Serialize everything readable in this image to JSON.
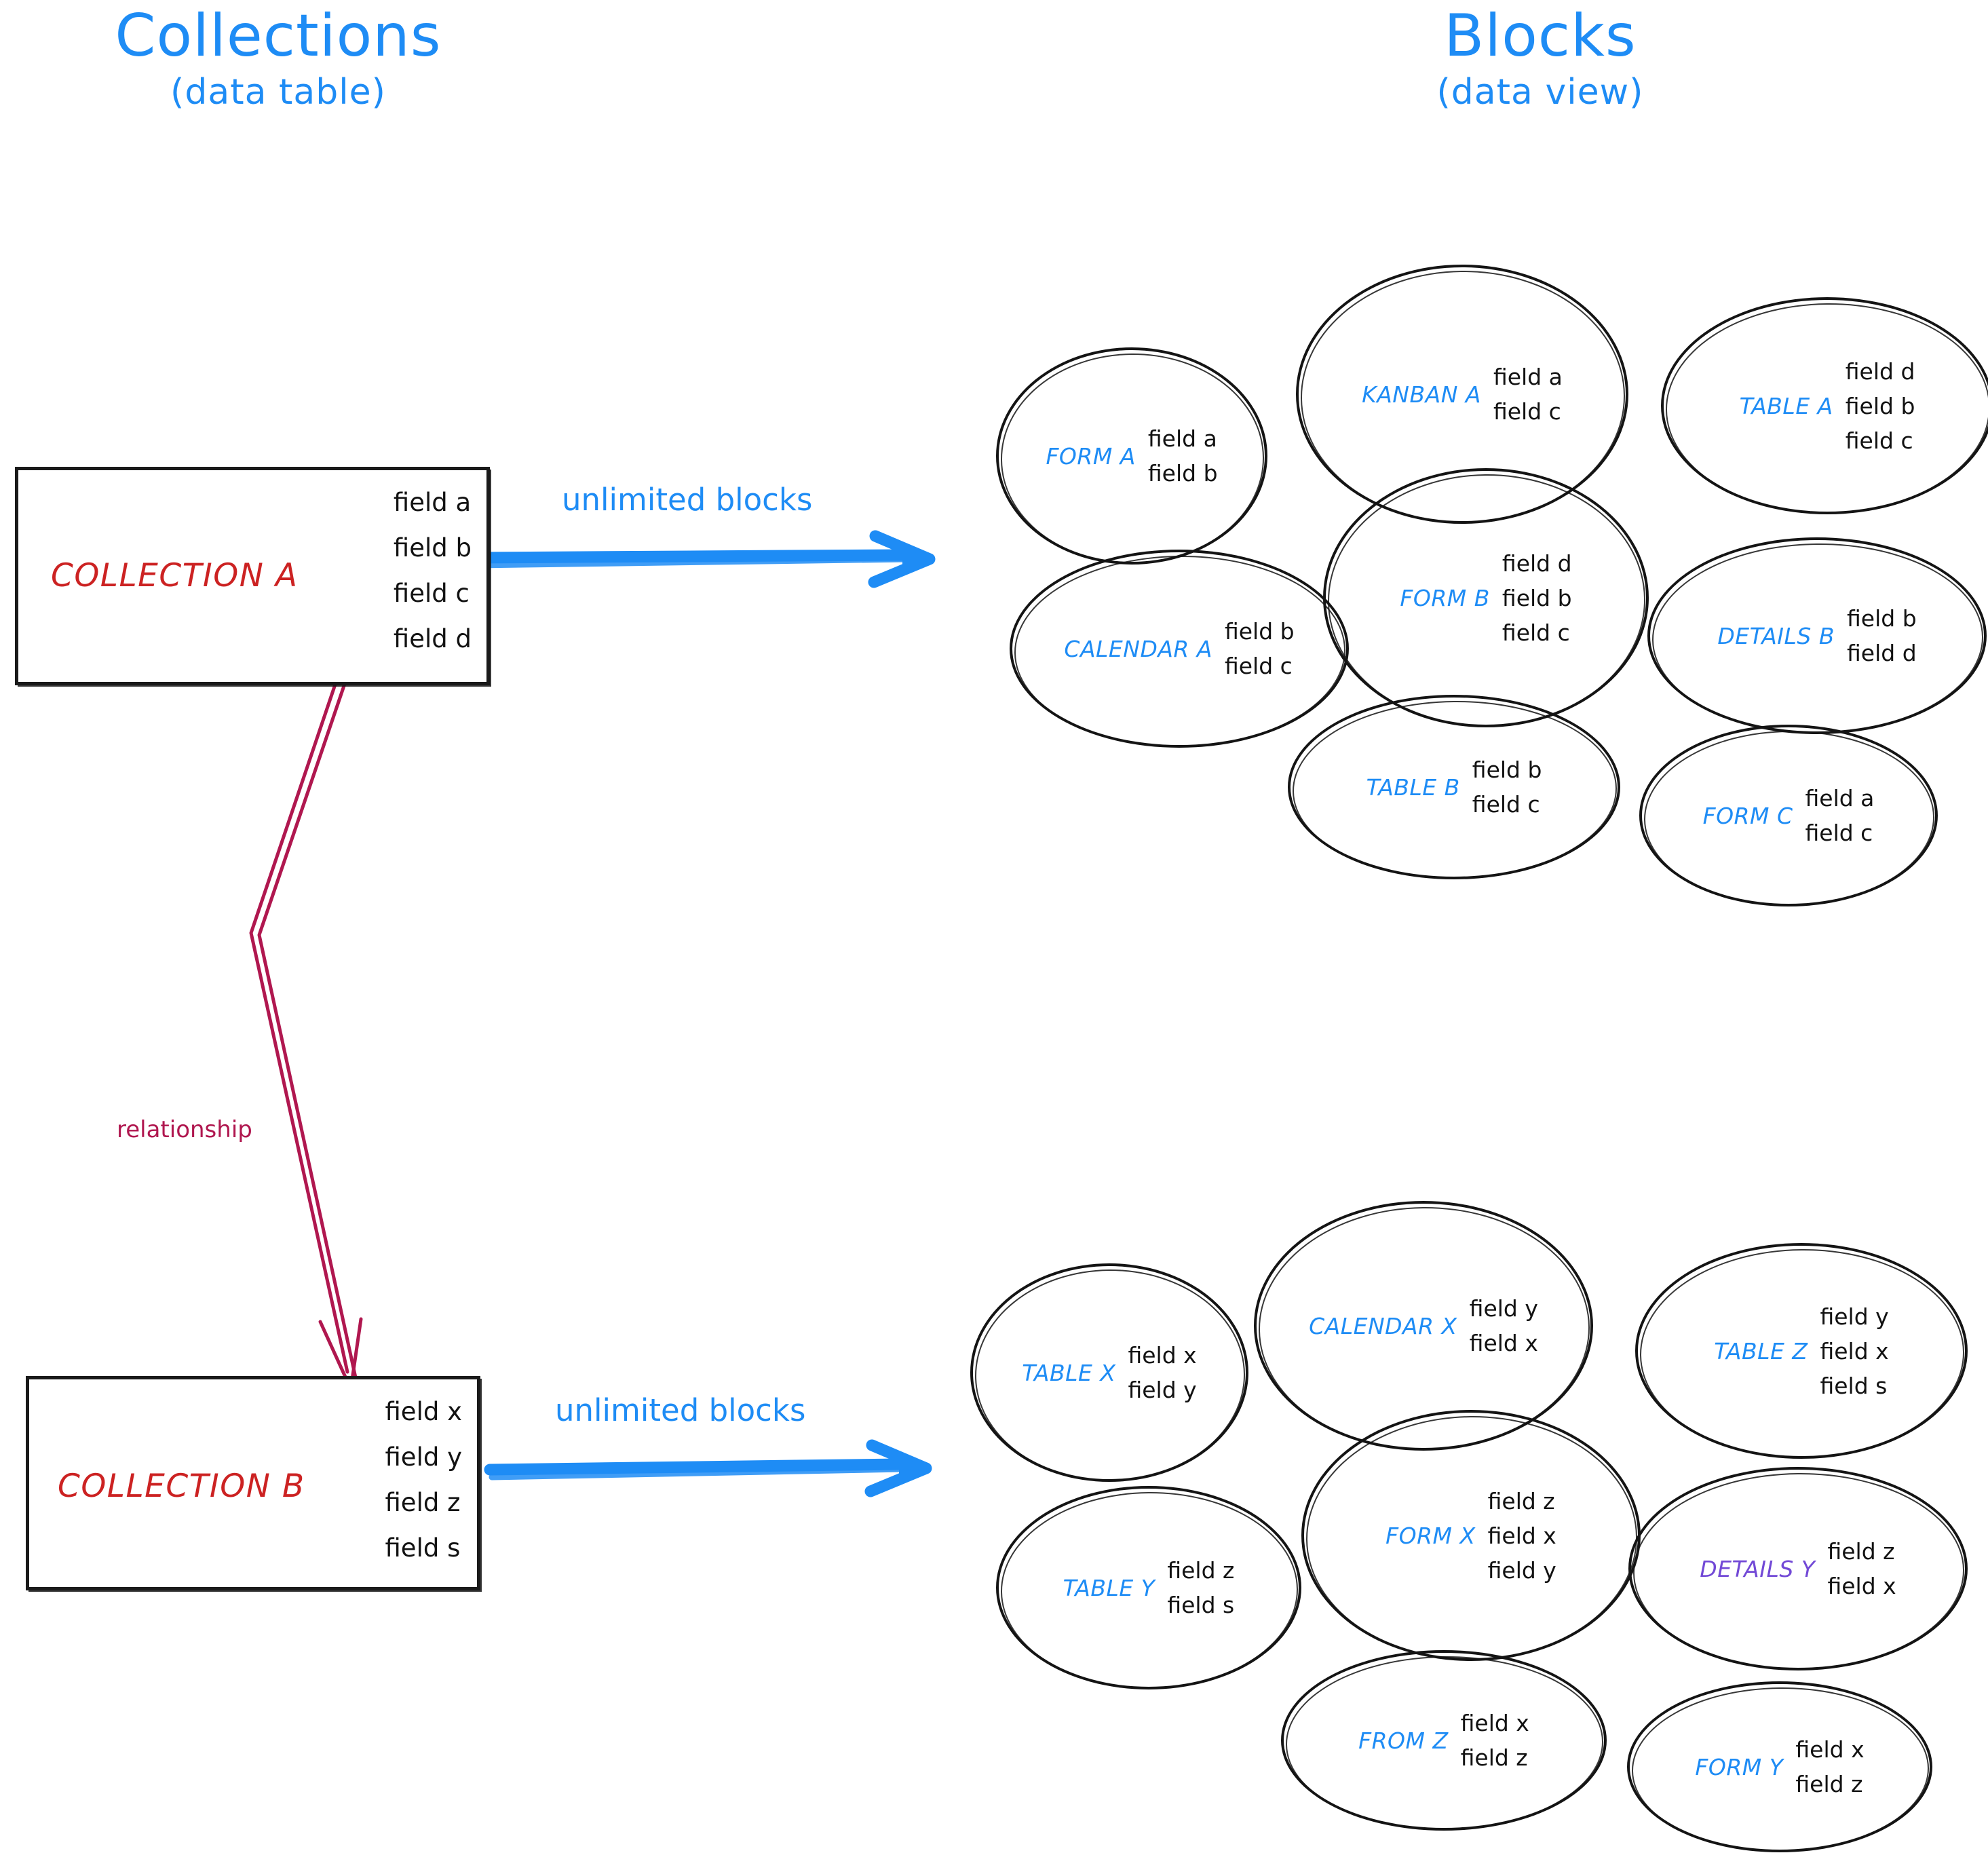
{
  "headings": {
    "left": {
      "main": "Collections",
      "sub": "(data table)"
    },
    "right": {
      "main": "Blocks",
      "sub": "(data view)"
    }
  },
  "colors": {
    "accent_blue": "#1e8cf5",
    "collection_red": "#cc2222",
    "relationship_crimson": "#b0174f",
    "details_purple": "#7249d6",
    "ink_black": "#141414"
  },
  "collections": [
    {
      "name": "COLLECTION A",
      "fields": [
        "field a",
        "field b",
        "field c",
        "field d"
      ],
      "arrow_label": "unlimited blocks"
    },
    {
      "name": "COLLECTION B",
      "fields": [
        "field x",
        "field y",
        "field z",
        "field s"
      ],
      "arrow_label": "unlimited blocks"
    }
  ],
  "relationship": {
    "label": "relationship"
  },
  "blocks_top": [
    {
      "label": "FORM A",
      "fields": [
        "field a",
        "field b"
      ]
    },
    {
      "label": "KANBAN A",
      "fields": [
        "field a",
        "field c"
      ]
    },
    {
      "label": "TABLE A",
      "fields": [
        "field d",
        "field b",
        "field c"
      ]
    },
    {
      "label": "CALENDAR A",
      "fields": [
        "field b",
        "field c"
      ]
    },
    {
      "label": "FORM B",
      "fields": [
        "field d",
        "field b",
        "field c"
      ]
    },
    {
      "label": "DETAILS B",
      "fields": [
        "field b",
        "field d"
      ]
    },
    {
      "label": "TABLE B",
      "fields": [
        "field b",
        "field c"
      ]
    },
    {
      "label": "FORM C",
      "fields": [
        "field a",
        "field c"
      ]
    }
  ],
  "blocks_bottom": [
    {
      "label": "TABLE X",
      "fields": [
        "field x",
        "field y"
      ]
    },
    {
      "label": "CALENDAR X",
      "fields": [
        "field y",
        "field x"
      ]
    },
    {
      "label": "TABLE Z",
      "fields": [
        "field y",
        "field x",
        "field s"
      ]
    },
    {
      "label": "TABLE Y",
      "fields": [
        "field z",
        "field s"
      ]
    },
    {
      "label": "FORM X",
      "fields": [
        "field z",
        "field x",
        "field y"
      ]
    },
    {
      "label": "DETAILS Y",
      "fields": [
        "field z",
        "field x"
      ],
      "color": "purple"
    },
    {
      "label": "FROM Z",
      "fields": [
        "field x",
        "field z"
      ]
    },
    {
      "label": "FORM Y",
      "fields": [
        "field x",
        "field z"
      ]
    }
  ]
}
